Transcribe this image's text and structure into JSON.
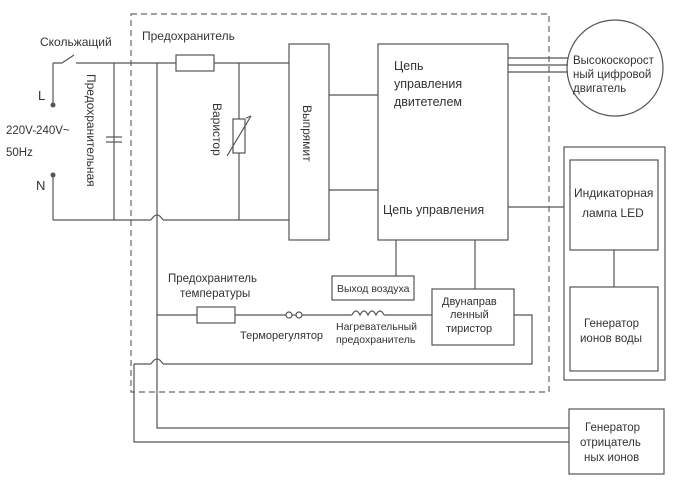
{
  "labels": {
    "sliding_switch": "Скольжащий",
    "fuse": "Предохранитель",
    "line_terminal": "L",
    "neutral_terminal": "N",
    "supply_voltage": "220V-240V~",
    "supply_frequency": "50Hz",
    "vertical_fuse": "Предохранительная",
    "varistor": "Варистор",
    "rectifier": "Выпрямит",
    "motor_control_line1": "Цепь",
    "motor_control_line2": "управления",
    "motor_control_line3": "двитетелем",
    "control_circuit": "Цепь управления",
    "motor_line1": "Высокоскорост",
    "motor_line2": "ный цифровой",
    "motor_line3": "двигатель",
    "led_line1": "Индикаторная",
    "led_line2": "лампа LED",
    "water_ion_line1": "Генератор",
    "water_ion_line2": "ионов воды",
    "air_outlet": "Выход воздуха",
    "thermal_fuse_line1": "Предохранитель",
    "thermal_fuse_line2": "температуры",
    "thermostat": "Терморегулятор",
    "heating_fuse_line1": "Нагревательный",
    "heating_fuse_line2": "предохранитель",
    "triac_line1": "Двунаправ",
    "triac_line2": "ленный",
    "triac_line3": "тиристор",
    "neg_ion_line1": "Генератор",
    "neg_ion_line2": "отрицатель",
    "neg_ion_line3": "ных ионов"
  }
}
